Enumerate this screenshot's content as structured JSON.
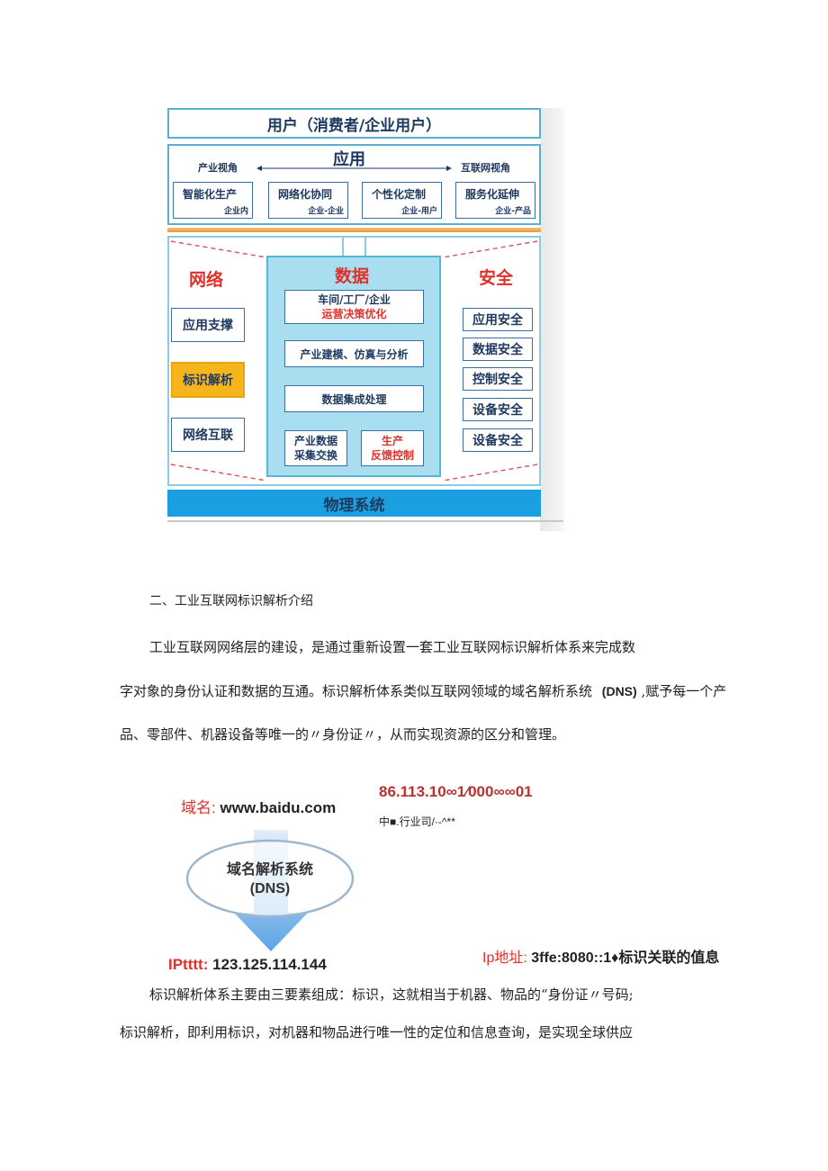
{
  "diagram": {
    "top_title": "用户（消费者/企业用户）",
    "app_title": "应用",
    "industry_view": "产业视角",
    "internet_view": "互联网视角",
    "apps": [
      {
        "name": "智能化生产",
        "sub": "企业内"
      },
      {
        "name": "网络化协同",
        "sub": "企业-企业"
      },
      {
        "name": "个性化定制",
        "sub": "企业-用户"
      },
      {
        "name": "服务化延伸",
        "sub": "企业-产品"
      }
    ],
    "network_title": "网络",
    "network_items": [
      "应用支撑",
      "标识解析",
      "网络互联"
    ],
    "data_title": "数据",
    "data_items": {
      "decision_line1": "车间/工厂/企业",
      "decision_line2": "运营决策优化",
      "modeling": "产业建模、仿真与分析",
      "integration": "数据集成处理",
      "collect_line1": "产业数据",
      "collect_line2": "采集交换",
      "feedback_line1": "生产",
      "feedback_line2": "反馈控制"
    },
    "security_title": "安全",
    "security_items": [
      "应用安全",
      "数据安全",
      "控制安全",
      "设备安全",
      "设备安全"
    ],
    "physical": "物理系统",
    "colors": {
      "accent_blue": "#1aa0e0",
      "highlight_orange": "#f6b51c",
      "red": "#e0302a",
      "navy": "#1e3a60"
    }
  },
  "section_heading": "二、工业互联网标识解析介绍",
  "paragraph1": {
    "line1": "工业互联网网络层的建设，是通过重新设置一套工业互联网标识解析体系来完成数",
    "line2_a": "字对象的身份认证和数据的互通。标识解析体系类似互联网领域的域名解析系统",
    "line2_b": "(DNS)",
    "line2_c": ",赋予每一个产",
    "line3": "品、零部件、机器设备等唯一的〃身份证〃，从而实现资源的区分和管理。"
  },
  "dns_figure": {
    "domain_label": "域名:",
    "domain_value": "www.baidu.com",
    "id_code": "86.113.10∞1⁄000∞∞01",
    "id_note": "中■.行业司/·-^**",
    "system_line1": "域名解析系统",
    "system_line2": "(DNS)",
    "ip_label": "IPtttt:",
    "ip_value": "123.125.114.144",
    "ipv6_label": "Ip地址:",
    "ipv6_value": "3ffe:8080::1♦标识关联的值息"
  },
  "paragraph2": {
    "line1": "标识解析体系主要由三要素组成：标识，这就相当于机器、物品的“身份证〃号码;",
    "line2": "标识解析，即利用标识，对机器和物品进行唯一性的定位和信息查询，是实现全球供应"
  }
}
